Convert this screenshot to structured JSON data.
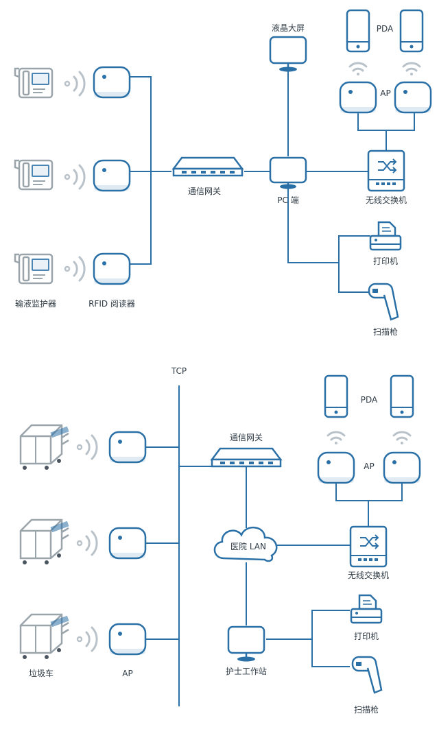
{
  "top": {
    "lcd_label": "液晶大屏",
    "pda_label": "PDA",
    "ap_label": "AP",
    "gateway_label": "通信网关",
    "pc_label": "PC 端",
    "wireless_switch_label": "无线交换机",
    "printer_label": "打印机",
    "scanner_label": "扫描枪",
    "infusion_monitor_label": "输液监护器",
    "rfid_reader_label": "RFID 阅读器"
  },
  "bottom": {
    "tcp_label": "TCP",
    "pda_label": "PDA",
    "gateway_label": "通信网关",
    "ap_label": "AP",
    "lan_label": "医院 LAN",
    "wireless_switch_label": "无线交换机",
    "printer_label": "打印机",
    "nurse_station_label": "护士工作站",
    "scanner_label": "扫描枪",
    "cart_label": "垃圾车",
    "ap_col_label": "AP"
  },
  "colors": {
    "line": "#2a70a6",
    "device_gray": "#9aa4ab",
    "wifi_wave": "#b9c2c9"
  }
}
